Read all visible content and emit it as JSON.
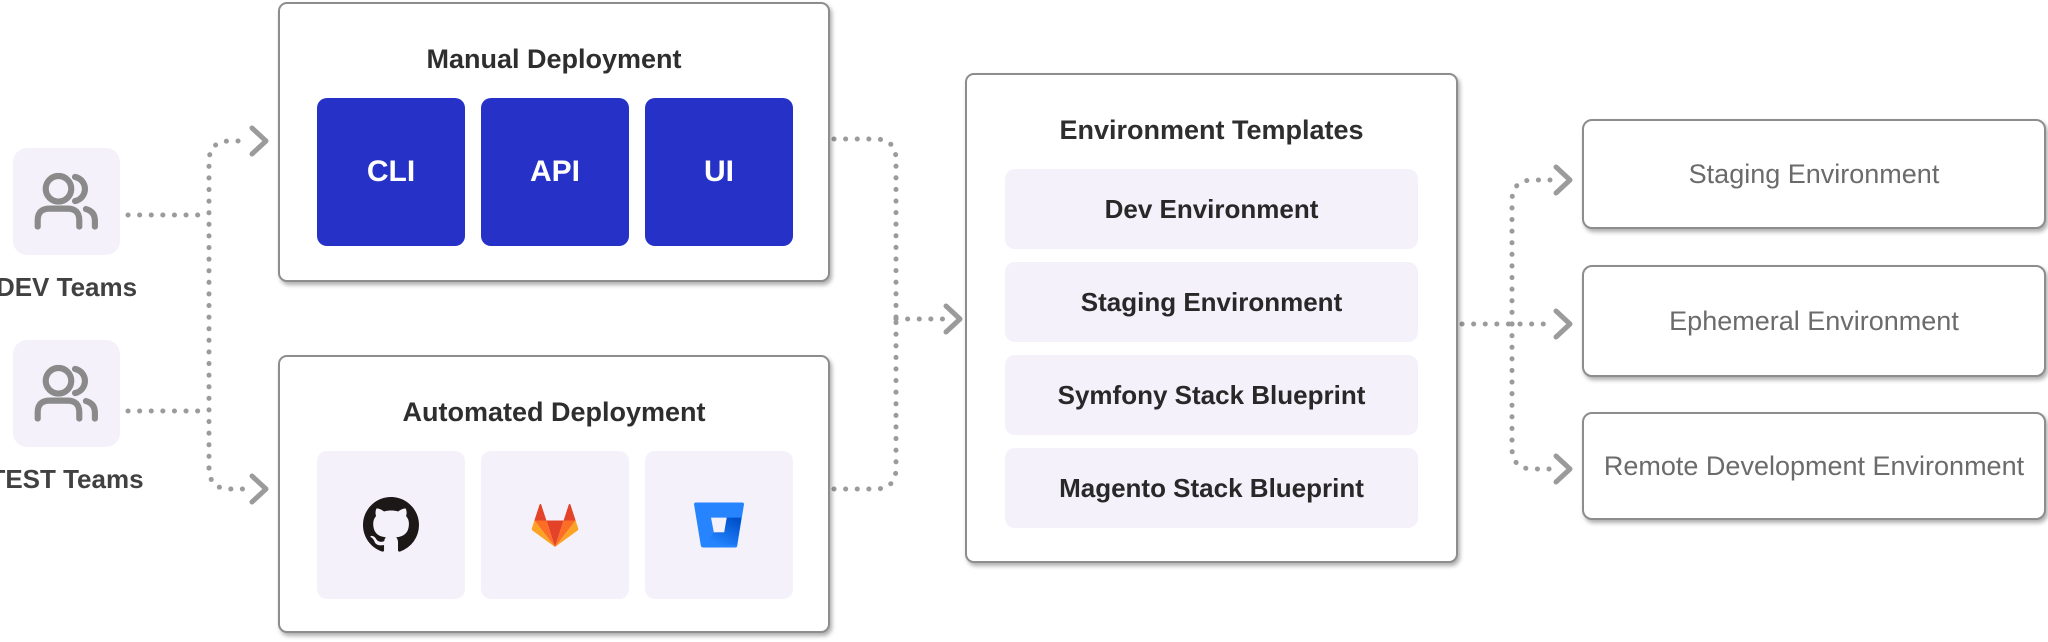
{
  "teams": [
    {
      "label": "DEV Teams",
      "icon": "users-icon"
    },
    {
      "label": "TEST Teams",
      "icon": "users-icon"
    }
  ],
  "manual_deployment": {
    "title": "Manual Deployment",
    "tiles": [
      {
        "label": "CLI"
      },
      {
        "label": "API"
      },
      {
        "label": "UI"
      }
    ]
  },
  "automated_deployment": {
    "title": "Automated Deployment",
    "providers": [
      {
        "icon": "github-icon"
      },
      {
        "icon": "gitlab-icon"
      },
      {
        "icon": "bitbucket-icon"
      }
    ]
  },
  "environment_templates": {
    "title": "Environment Templates",
    "items": [
      {
        "label": "Dev Environment"
      },
      {
        "label": "Staging Environment"
      },
      {
        "label": "Symfony Stack Blueprint"
      },
      {
        "label": "Magento Stack Blueprint"
      }
    ]
  },
  "environments": [
    {
      "label": "Staging Environment"
    },
    {
      "label": "Ephemeral Environment"
    },
    {
      "label": "Remote Development Environment"
    }
  ],
  "colors": {
    "accent_blue": "#2631c7",
    "tile_lavender": "#f4f1fb",
    "connector_gray": "#9b9b9b",
    "border_gray": "#8d8d8d",
    "title_text": "#2e2e2e",
    "muted_text": "#6b6b6b",
    "github_black": "#1b1817",
    "gitlab_red": "#e24329",
    "gitlab_orange": "#fc6d26",
    "gitlab_amber": "#fca326",
    "bitbucket_blue": "#2684ff"
  }
}
